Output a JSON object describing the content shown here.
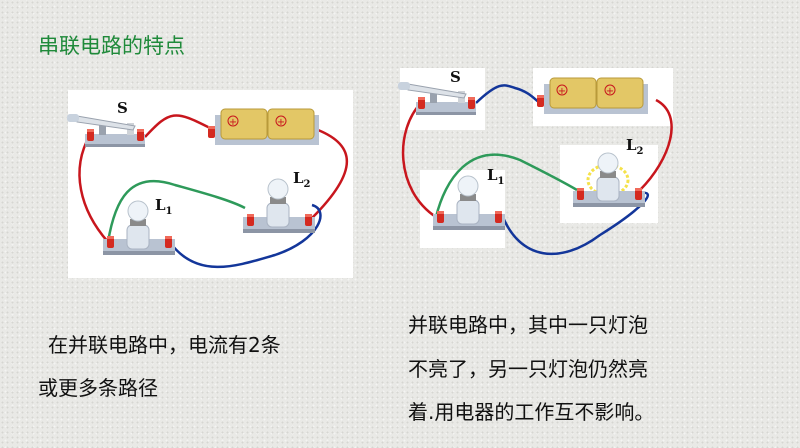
{
  "title": "串联电路的特点",
  "left_diagram": {
    "switch_label": "S",
    "bulb1_label": "L",
    "bulb1_sub": "1",
    "bulb2_label": "L",
    "bulb2_sub": "2"
  },
  "right_diagram": {
    "switch_label": "S",
    "bulb1_label": "L",
    "bulb1_sub": "1",
    "bulb2_label": "L",
    "bulb2_sub": "2"
  },
  "left_text": [
    "在并联电路中，电流有2条",
    "或更多条路径"
  ],
  "right_text": [
    "并联电路中，其中一只灯泡",
    "不亮了，另一只灯泡仍然亮",
    "着.用电器的工作互不影响。"
  ],
  "colors": {
    "title": "#1f8a3a",
    "wire_red": "#c8161d",
    "wire_green": "#2e9a5a",
    "wire_blue": "#13369a"
  }
}
